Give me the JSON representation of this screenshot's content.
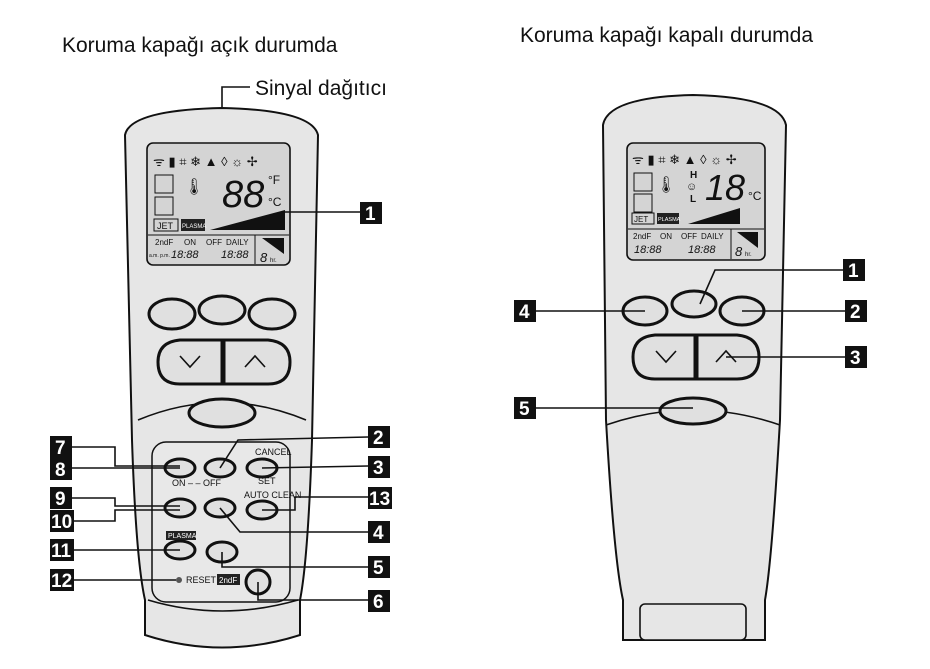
{
  "captions": {
    "open_cover": "Koruma kapağı açık durumda",
    "closed_cover": "Koruma kapağı kapalı durumda",
    "signal_transmitter": "Sinyal dağıtıcı"
  },
  "lcd_left": {
    "temp_digits": "88",
    "unit_f": "°F",
    "unit_c": "°C",
    "jet": "JET",
    "plasma": "PLASMA",
    "second_f": "2ndF",
    "on": "ON",
    "off": "OFF",
    "daily": "DAILY",
    "ampm": "a.m. p.m.",
    "time_on": "18:88",
    "time_off": "18:88",
    "hours": "8",
    "hours_unit": "hr."
  },
  "lcd_right": {
    "temp_digits": "18",
    "unit_c": "°C",
    "high": "H",
    "low": "L",
    "jet": "JET",
    "plasma": "PLASMA",
    "second_f": "2ndF",
    "on": "ON",
    "off": "OFF",
    "daily": "DAILY",
    "time_on": "18:88",
    "time_off": "18:88",
    "hours": "8",
    "hours_unit": "hr."
  },
  "panel": {
    "cancel": "CANCEL",
    "set": "SET",
    "on_off": "ON –  – OFF",
    "auto_clean": "AUTO CLEAN",
    "plasma": "PLASMA",
    "reset": "RESET",
    "second_f": "2ndF"
  },
  "callouts_left": [
    "1",
    "2",
    "3",
    "13",
    "4",
    "5",
    "6",
    "7",
    "8",
    "9",
    "10",
    "11",
    "12"
  ],
  "callouts_right": [
    "1",
    "4",
    "2",
    "3",
    "5"
  ]
}
